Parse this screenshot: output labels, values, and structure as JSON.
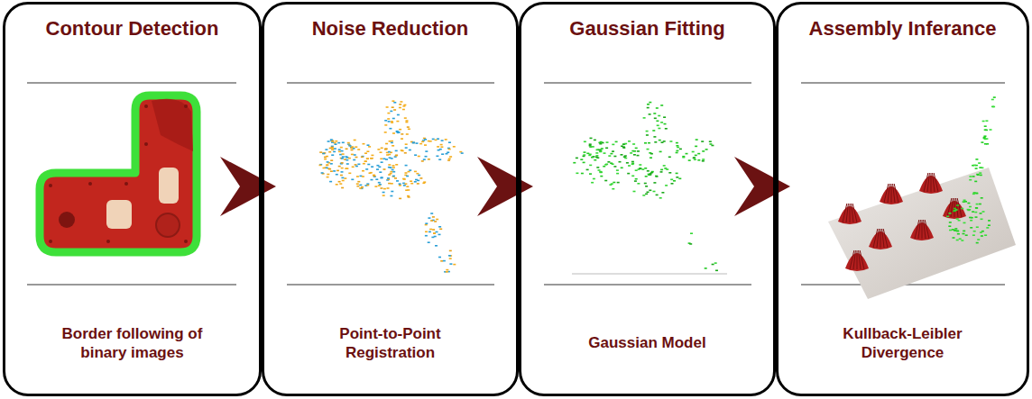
{
  "diagram": {
    "nodes": [
      {
        "text": [
          "Contour Detection",
          "Border following of binary images"
        ]
      },
      {
        "text": [
          "Noise Reduction",
          "Point-to-Point Registration"
        ]
      },
      {
        "text": [
          "Gaussian Fitting",
          "Gaussian Model"
        ]
      },
      {
        "text": [
          "Assembly Inferance",
          "Kullback-Leibler Divergence"
        ]
      }
    ],
    "edges": [
      {
        "from": 0,
        "to": 1,
        "arrow": "to"
      },
      {
        "from": 1,
        "to": 2,
        "arrow": "to"
      },
      {
        "from": 2,
        "to": 3,
        "arrow": "to"
      }
    ]
  }
}
